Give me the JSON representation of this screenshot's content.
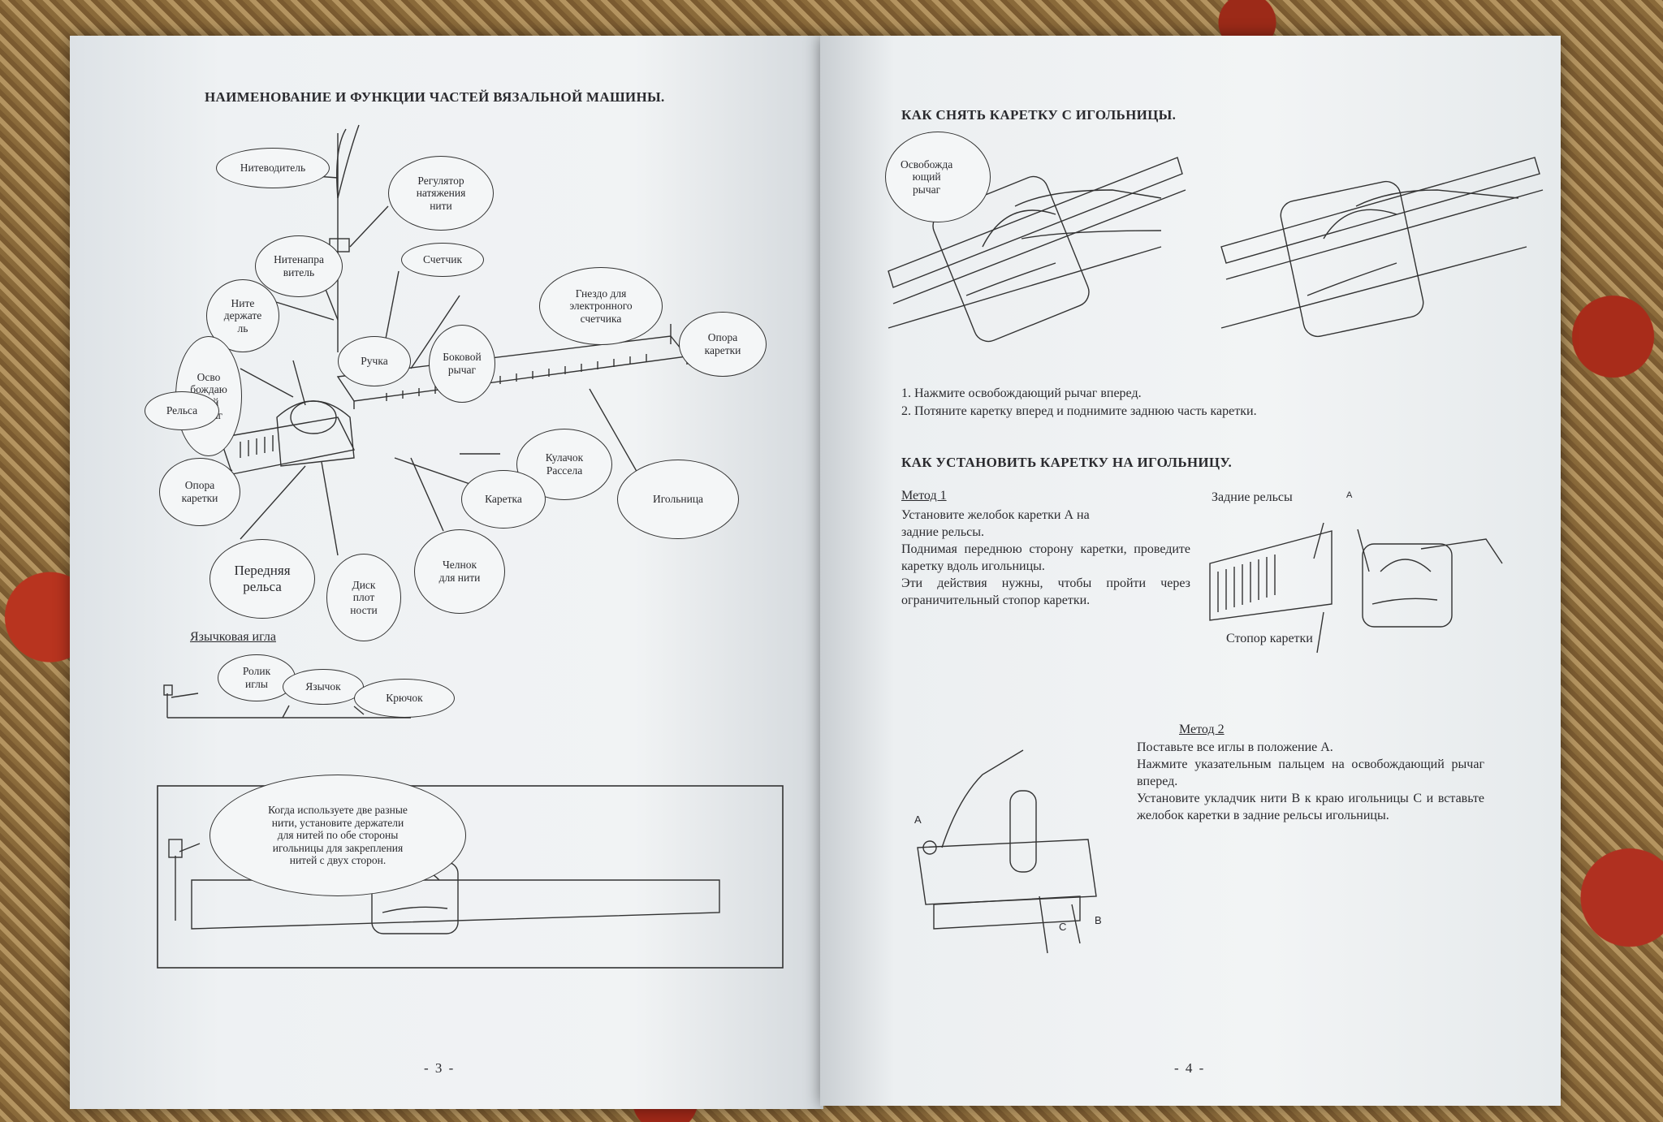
{
  "left": {
    "title": "НАИМЕНОВАНИЕ И ФУНКЦИИ ЧАСТЕЙ ВЯЗАЛЬНОЙ МАШИНЫ.",
    "callouts": {
      "thread_guide": "Нитеводитель",
      "tension_regulator": "Регулятор\nнатяжения\nнити",
      "yarn_guide": "Нитенапра\nвитель",
      "counter": "Счетчик",
      "yarn_holder": "Ните\nдержате\nль",
      "electronic_counter_socket": "Гнездо для\nэлектронного\nсчетчика",
      "carriage_support_right": "Опора\nкаретки",
      "release_lever": "Осво\nбождаю\nщий\nрычаг",
      "handle": "Ручка",
      "side_lever": "Боковой\nрычаг",
      "rail": "Рельса",
      "russel_cam": "Кулачок\nРассела",
      "needle_bed": "Игольница",
      "carriage_support_left": "Опора\nкаретки",
      "carriage": "Каретка",
      "front_rail": "Передняя\nрельса",
      "tension_dial": "Диск\nплот\nности",
      "yarn_shuttle": "Челнок\nдля нити"
    },
    "needle_section": {
      "title": "Язычковая игла",
      "roller": "Ролик\nиглы",
      "latch": "Язычок",
      "hook": "Крючок"
    },
    "tip": "Когда используете две разные\nнити, установите держатели\nдля нитей по обе стороны\nигольницы для закрепления\nнитей с двух сторон.",
    "page_number": "- 3 -"
  },
  "right": {
    "remove_title": "КАК СНЯТЬ КАРЕТКУ С ИГОЛЬНИЦЫ.",
    "release_bubble": "Освобожда\nющий\nрычаг",
    "remove_steps": [
      "1. Нажмите освобождающий рычаг вперед.",
      "2. Потяните каретку вперед и поднимите заднюю часть каретки."
    ],
    "install_title": "КАК УСТАНОВИТЬ КАРЕТКУ НА ИГОЛЬНИЦУ.",
    "method1": {
      "heading": "Метод 1",
      "text": "Установите желобок каретки А на\nзадние рельсы.\nПоднимая переднюю сторону каретки, проведите каретку вдоль игольницы.\nЭти действия нужны, чтобы пройти через ограничительный стопор каретки.",
      "label_rear_rails": "Задние рельсы",
      "label_stopper": "Стопор каретки",
      "label_a": "A"
    },
    "method2": {
      "heading": "Метод 2",
      "text": "Поставьте все иглы в положение А.\nНажмите указательным пальцем на освобождающий рычаг вперед.\nУстановите укладчик нити В к краю игольницы С и вставьте желобок каретки в задние рельсы игольницы.",
      "label_a": "A",
      "label_b": "B",
      "label_c": "C"
    },
    "page_number": "- 4 -"
  }
}
